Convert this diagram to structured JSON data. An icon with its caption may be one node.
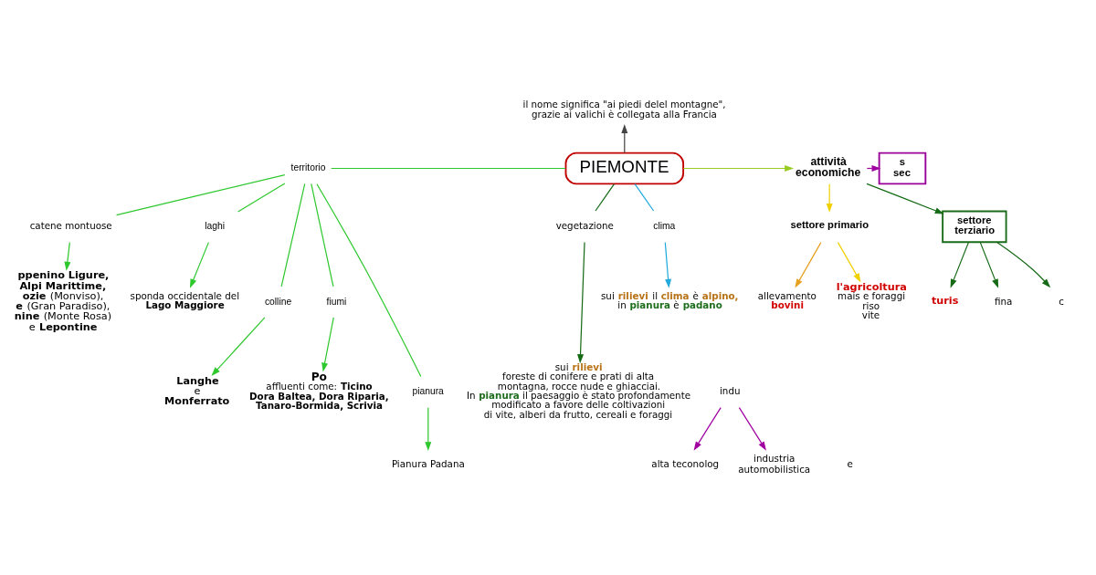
{
  "diagram": {
    "nodes": [
      {
        "text": [
          "il nome significa \"ai piedi delel montagne\", grazie ai valichi è collegata alla Francia"
        ]
      },
      {
        "text": [
          "catene montuose"
        ]
      },
      {
        "text": [
          "territorio"
        ]
      },
      {
        "text": [
          "PIEMONTE"
        ]
      },
      {
        "text": [
          "attività economiche"
        ]
      },
      {
        "text": [
          "settore terziario"
        ]
      },
      {
        "text": [
          "turis"
        ]
      },
      {
        "text": [
          "fina"
        ]
      },
      {
        "text": [
          "c"
        ]
      },
      {
        "text": [
          "s sec"
        ]
      },
      {
        "text": [
          "**ppenino Ligure, Alpi Marittime, ozie** (Monviso), **e** (Gran Paradiso), **nine** (Monte Rosa) e **Lepontine**"
        ]
      },
      {
        "text": [
          "laghi"
        ]
      },
      {
        "text": [
          "colline"
        ]
      },
      {
        "text": [
          "fiumi"
        ]
      },
      {
        "text": [
          "pianura"
        ]
      },
      {
        "text": [
          "sponda occidentale del **Lago Maggiore**"
        ]
      },
      {
        "text": [
          "clima"
        ]
      },
      {
        "text": [
          "vegetazione"
        ]
      },
      {
        "text": [
          "settore primario"
        ]
      },
      {
        "text": [
          "indu"
        ]
      },
      {
        "text": [
          "**Langhe** e **Monferrato**"
        ]
      },
      {
        "text": [
          "Po",
          "affluenti come: **Ticino Dora Baltea, Dora Riparia, Tanaro-Bormida, Scrivia**"
        ]
      },
      {
        "text": [
          "sui **rilievi** il **clima** è **alpino,** in **pianura** è **padano**"
        ]
      },
      {
        "text": [
          "l'agricoltura",
          "mais e foraggi",
          "riso",
          "vite"
        ]
      },
      {
        "text": [
          "allevamento **bovini**"
        ]
      },
      {
        "text": [
          "alta teconolog"
        ]
      },
      {
        "text": [
          "industria automobilistica"
        ]
      },
      {
        "text": [
          "sui **rilievi** foreste di conifere e prati di alta montagna, rocce nude e ghiacciai. In **pianura** il paesaggio è stato profondamente modificato a favore delle coltivazioni di vite, alberi da frutto, cereali e foraggi"
        ]
      },
      {
        "text": [
          "Pianura Padana"
        ]
      }
    ],
    "edges": [
      {
        "from": 3,
        "to": 0,
        "arrow": "to",
        "color": "#444444"
      },
      {
        "from": 2,
        "to": 3,
        "arrow": "none"
      },
      {
        "from": 2,
        "to": 1,
        "arrow": "none"
      },
      {
        "from": 1,
        "to": 10,
        "arrow": "to"
      },
      {
        "from": 2,
        "to": 11,
        "arrow": "none"
      },
      {
        "from": 11,
        "to": 15,
        "arrow": "to"
      },
      {
        "from": 2,
        "to": 12,
        "arrow": "none"
      },
      {
        "from": 12,
        "to": 20,
        "arrow": "to"
      },
      {
        "from": 2,
        "to": 13,
        "arrow": "none"
      },
      {
        "from": 13,
        "to": 21,
        "arrow": "to"
      },
      {
        "from": 2,
        "to": 14,
        "arrow": "none"
      },
      {
        "from": 14,
        "to": 28,
        "arrow": "to"
      },
      {
        "from": 3,
        "to": 16,
        "arrow": "none",
        "color": "#22aadd"
      },
      {
        "from": 16,
        "to": 22,
        "arrow": "to",
        "color": "#22aadd"
      },
      {
        "from": 3,
        "to": 17,
        "arrow": "none",
        "color": "#166a16"
      },
      {
        "from": 17,
        "to": 27,
        "arrow": "to",
        "color": "#166a16"
      },
      {
        "from": 3,
        "to": 4,
        "arrow": "to",
        "color": "#99cc22"
      },
      {
        "from": 4,
        "to": 5,
        "arrow": "to",
        "color": "#166a16"
      },
      {
        "from": 5,
        "to": 6,
        "arrow": "to",
        "color": "#166a16"
      },
      {
        "from": 5,
        "to": 7,
        "arrow": "to",
        "color": "#166a16"
      },
      {
        "from": 5,
        "to": 8,
        "arrow": "to",
        "color": "#166a16"
      },
      {
        "from": 4,
        "to": 9,
        "arrow": "to",
        "color": "#a000a0"
      },
      {
        "from": 4,
        "to": 18,
        "arrow": "to",
        "color": "#f0d000"
      },
      {
        "from": 18,
        "to": 23,
        "arrow": "to",
        "color": "#f0d000"
      },
      {
        "from": 18,
        "to": 24,
        "arrow": "to",
        "color": "#e8a020"
      },
      {
        "from": 19,
        "to": 26,
        "arrow": "to",
        "color": "#a000a0"
      },
      {
        "from": 19,
        "to": 25,
        "arrow": "to",
        "color": "#a000a0"
      }
    ],
    "labels": [
      "e"
    ]
  }
}
